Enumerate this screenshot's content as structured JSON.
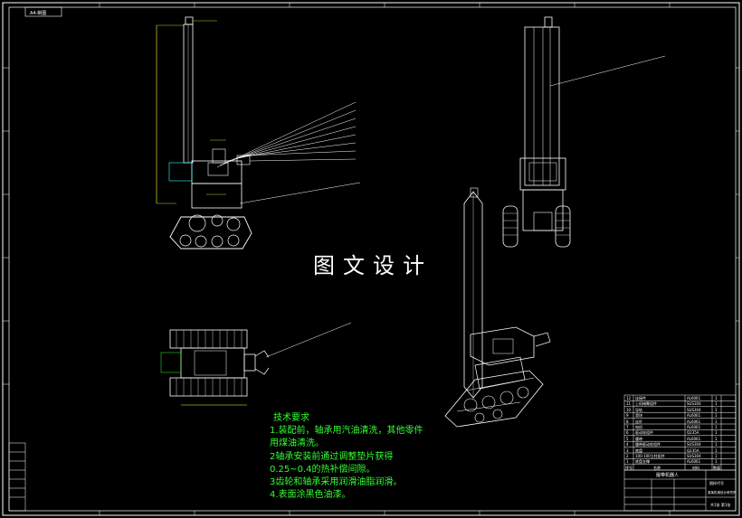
{
  "watermark": "图文设计",
  "technical_requirements": {
    "title": "技术要求",
    "lines": [
      "1.装配前，轴承用汽油清洗，其他零件",
      "用煤油清洗。",
      "2轴承安装前通过调整垫片获得",
      "0.25~0.4的热补偿间隙。",
      "3齿轮和轴承采用润滑油脂润滑。",
      "4.表面涂黑色油漆。"
    ]
  },
  "bom": {
    "rows": [
      {
        "no": "12",
        "name": "连接件",
        "material": "AL6061",
        "qty": "1"
      },
      {
        "no": "11",
        "name": "上机械臂组件",
        "material": "SUS304",
        "qty": "1"
      },
      {
        "no": "10",
        "name": "导轨",
        "material": "SUS304",
        "qty": "1"
      },
      {
        "no": "9",
        "name": "滑块",
        "material": "AL6061",
        "qty": "1"
      },
      {
        "no": "8",
        "name": "丝杆",
        "material": "AL6061",
        "qty": "1"
      },
      {
        "no": "7",
        "name": "电机",
        "material": "AL6061",
        "qty": "1"
      },
      {
        "no": "6",
        "name": "驱动轮组件",
        "material": "Q235A",
        "qty": "1"
      },
      {
        "no": "5",
        "name": "履带",
        "material": "AL6061",
        "qty": "1"
      },
      {
        "no": "4",
        "name": "履带驱动轮组件",
        "material": "SUS304",
        "qty": "1"
      },
      {
        "no": "3",
        "name": "底盘",
        "material": "Q235A",
        "qty": "1"
      },
      {
        "no": "2",
        "name": "100-100立柱组件",
        "material": "SUS304",
        "qty": "1"
      },
      {
        "no": "1",
        "name": "底盘支撑",
        "material": "AL6061",
        "qty": "1"
      }
    ],
    "header": {
      "no": "序号",
      "name": "名称",
      "material": "材料",
      "qty": "数量"
    }
  },
  "title_block": {
    "title": "履带机器人",
    "drawing_no": "图样代号",
    "company": "某某机械设计研究所",
    "sheet": "共1张 第1张"
  },
  "corner_tag": "A4-制图",
  "colors": {
    "frame": "#ffffff",
    "leader": "#ffffff",
    "green": "#33ff33",
    "yellow": "#ffff33",
    "cyan": "#33ffff",
    "background": "#000000"
  }
}
